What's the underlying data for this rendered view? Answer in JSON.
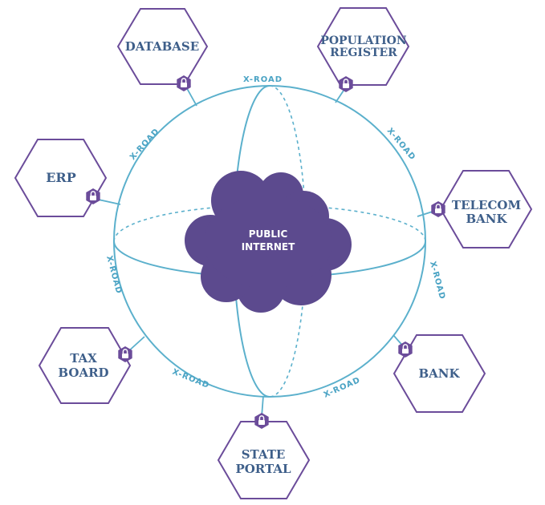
{
  "colors": {
    "ring": "#5bb0cc",
    "hexagon_stroke": "#6b4c9a",
    "cloud": "#5c4a8e",
    "lock": "#6b4c9a",
    "node_text": "#3e5f8a",
    "road_text": "#4aa3c4"
  },
  "center": {
    "label_line1": "PUBLIC",
    "label_line2": "INTERNET"
  },
  "road_label": "X-ROAD",
  "nodes": {
    "database": {
      "line1": "DATABASE"
    },
    "population_register": {
      "line1": "POPULATION",
      "line2": "REGISTER"
    },
    "erp": {
      "line1": "ERP"
    },
    "telecom_bank": {
      "line1": "TELECOM",
      "line2": "BANK"
    },
    "tax_board": {
      "line1": "TAX",
      "line2": "BOARD"
    },
    "bank": {
      "line1": "BANK"
    },
    "state_portal": {
      "line1": "STATE",
      "line2": "PORTAL"
    }
  },
  "icons": {
    "lock": "lock-icon",
    "cloud": "cloud-icon"
  }
}
